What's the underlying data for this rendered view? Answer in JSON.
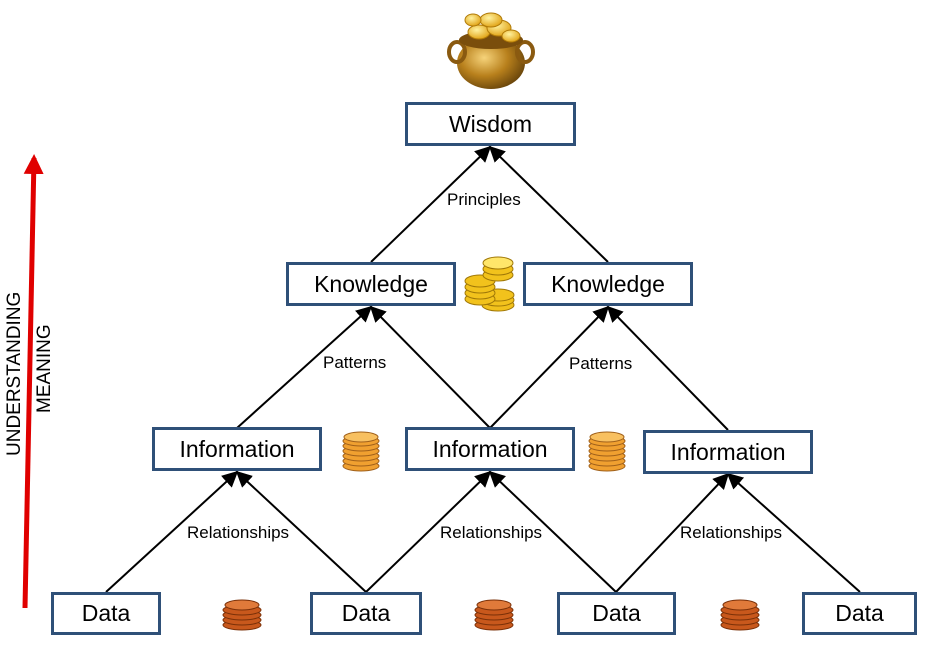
{
  "axis": {
    "line1": "UNDERSTANDING",
    "line2": "MEANING"
  },
  "nodes": {
    "wisdom": "Wisdom",
    "knowledge": [
      "Knowledge",
      "Knowledge"
    ],
    "information": [
      "Information",
      "Information",
      "Information"
    ],
    "data": [
      "Data",
      "Data",
      "Data",
      "Data"
    ]
  },
  "edge_labels": {
    "principles": "Principles",
    "patterns": [
      "Patterns",
      "Patterns"
    ],
    "relationships": [
      "Relationships",
      "Relationships",
      "Relationships"
    ]
  },
  "icons": {
    "top": "gold-pot-icon",
    "knowledge": "gold-coin-stack-icon",
    "information": "bronze-coin-stack-icon",
    "data": "copper-coin-stack-icon"
  },
  "colors": {
    "box_border": "#2f5078",
    "axis_arrow": "#e00000",
    "lines": "#000000"
  }
}
